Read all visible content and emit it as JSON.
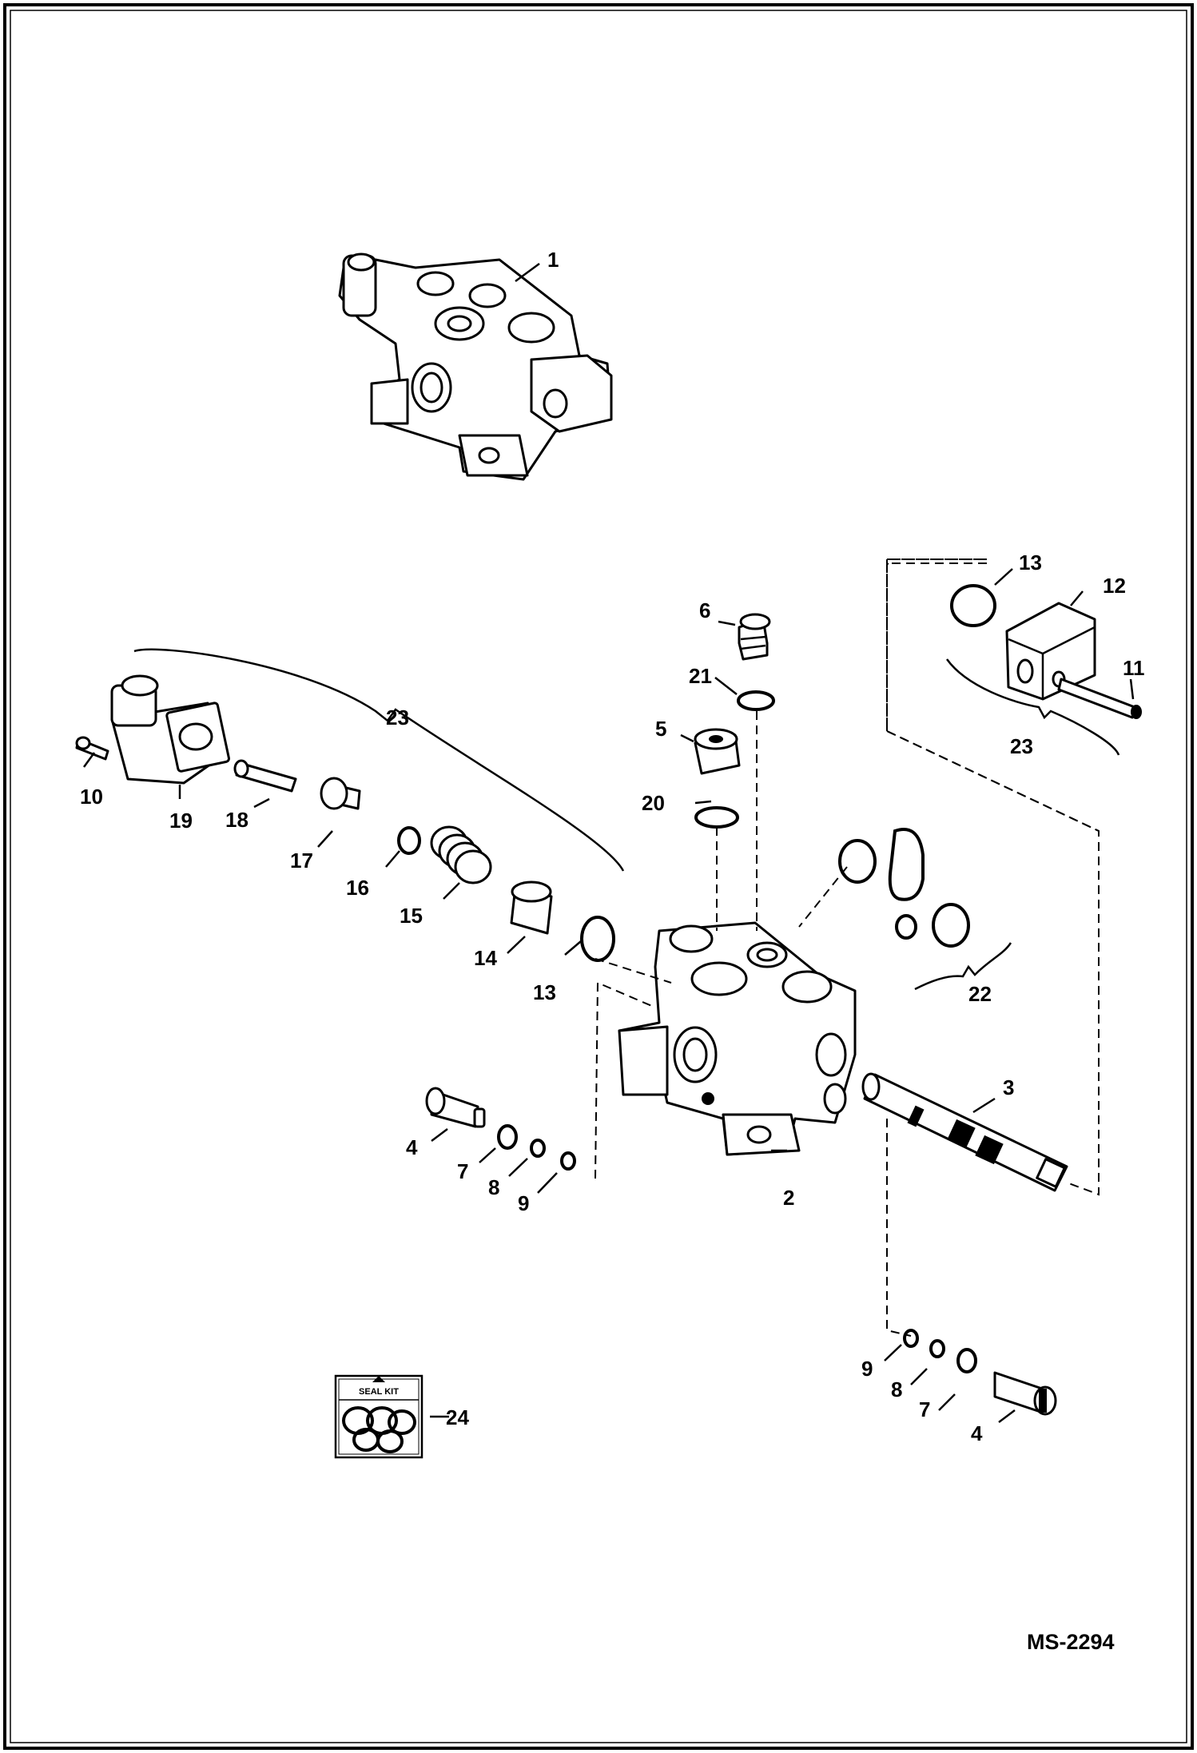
{
  "callouts": {
    "c1": "1",
    "c2": "2",
    "c3": "3",
    "c4a": "4",
    "c4b": "4",
    "c5": "5",
    "c6": "6",
    "c7a": "7",
    "c7b": "7",
    "c8a": "8",
    "c8b": "8",
    "c9a": "9",
    "c9b": "9",
    "c10": "10",
    "c11": "11",
    "c12": "12",
    "c13a": "13",
    "c13b": "13",
    "c14": "14",
    "c15": "15",
    "c16": "16",
    "c17": "17",
    "c18": "18",
    "c19": "19",
    "c20": "20",
    "c21": "21",
    "c22": "22",
    "c23a": "23",
    "c23b": "23",
    "c24": "24"
  },
  "seal_kit_label": "SEAL KIT",
  "document_id": "MS-2294"
}
